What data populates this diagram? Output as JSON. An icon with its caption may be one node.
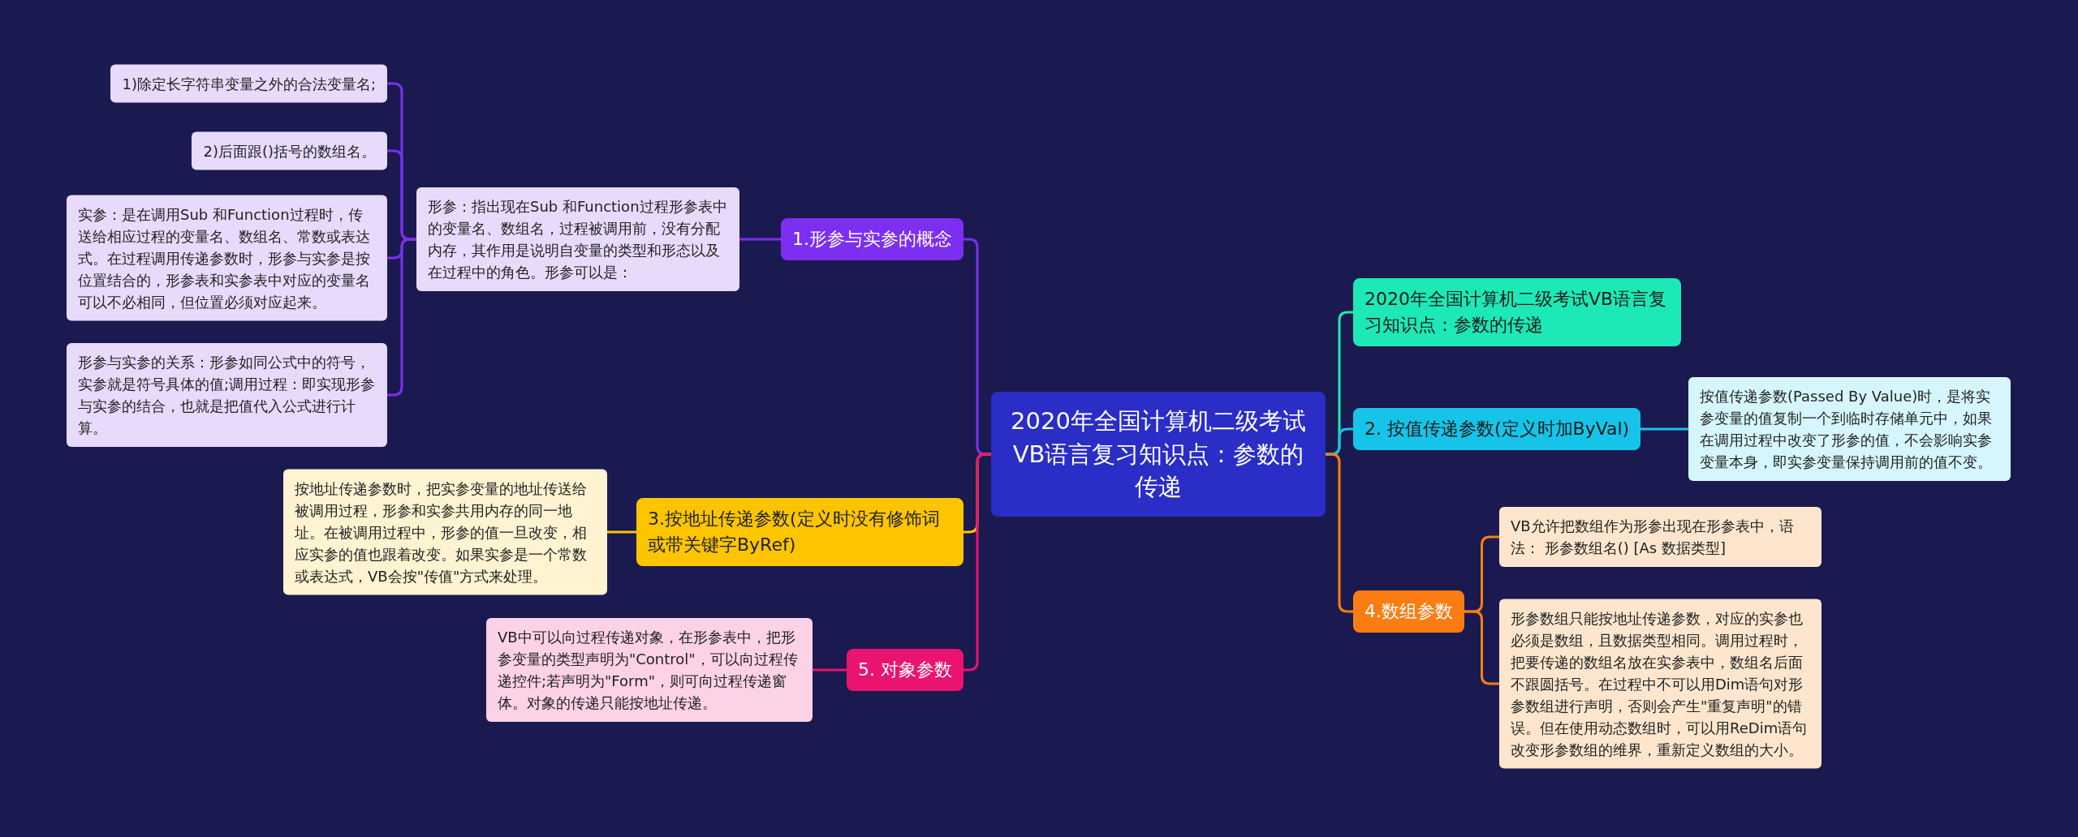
{
  "diagram": {
    "nodes": [
      {
        "text": [
          "2020年全国计算机二级考试VB语言复习知识点：参数的传递"
        ]
      },
      {
        "text": [
          "1.形参与实参的概念"
        ]
      },
      {
        "text": [
          "形参：指出现在Sub 和Function过程形参表中的变量名、数组名，过程被调用前，没有分配内存，其作用是说明自变量的类型和形态以及在过程中的角色。形参可以是："
        ]
      },
      {
        "text": [
          "1)除定长字符串变量之外的合法变量名;"
        ]
      },
      {
        "text": [
          "2)后面跟()括号的数组名。"
        ]
      },
      {
        "text": [
          "实参：是在调用Sub 和Function过程时，传送给相应过程的变量名、数组名、常数或表达式。在过程调用传递参数时，形参与实参是按位置结合的，形参表和实参表中对应的变量名可以不必相同，但位置必须对应起来。"
        ]
      },
      {
        "text": [
          "形参与实参的关系：形参如同公式中的符号，实参就是符号具体的值;调用过程：即实现形参与实参的结合，也就是把值代入公式进行计算。"
        ]
      },
      {
        "text": [
          "3.按地址传递参数(定义时没有修饰词或带关键字ByRef)"
        ]
      },
      {
        "text": [
          "按地址传递参数时，把实参变量的地址传送给被调用过程，形参和实参共用内存的同一地址。在被调用过程中，形参的值一旦改变，相应实参的值也跟着改变。如果实参是一个常数或表达式，VB会按\"传值\"方式来处理。"
        ]
      },
      {
        "text": [
          "5. 对象参数"
        ]
      },
      {
        "text": [
          "VB中可以向过程传递对象，在形参表中，把形参变量的类型声明为\"Control\"，可以向过程传递控件;若声明为\"Form\"，则可向过程传递窗体。对象的传递只能按地址传递。"
        ]
      },
      {
        "text": [
          "2020年全国计算机二级考试VB语言复习知识点：参数的传递"
        ]
      },
      {
        "text": [
          "2. 按值传递参数(定义时加ByVal)"
        ]
      },
      {
        "text": [
          "按值传递参数(Passed By Value)时，是将实参变量的值复制一个到临时存储单元中，如果在调用过程中改变了形参的值，不会影响实参变量本身，即实参变量保持调用前的值不变。"
        ]
      },
      {
        "text": [
          "4.数组参数"
        ]
      },
      {
        "text": [
          "VB允许把数组作为形参出现在形参表中，语法： 形参数组名() [As 数据类型]"
        ]
      },
      {
        "text": [
          "形参数组只能按地址传递参数，对应的实参也必须是数组，且数据类型相同。调用过程时，把要传递的数组名放在实参表中，数组名后面不跟圆括号。在过程中不可以用Dim语句对形参数组进行声明，否则会产生\"重复声明\"的错误。但在使用动态数组时，可以用ReDim语句改变形参数组的维界，重新定义数组的大小。"
        ]
      }
    ],
    "edges": [
      {
        "from": 0,
        "to": 1,
        "arrow": "none"
      },
      {
        "from": 1,
        "to": 2,
        "arrow": "none"
      },
      {
        "from": 2,
        "to": 3,
        "arrow": "none"
      },
      {
        "from": 2,
        "to": 4,
        "arrow": "none"
      },
      {
        "from": 2,
        "to": 5,
        "arrow": "none"
      },
      {
        "from": 2,
        "to": 6,
        "arrow": "none"
      },
      {
        "from": 0,
        "to": 7,
        "arrow": "none",
        "color": "#fdc500"
      },
      {
        "from": 7,
        "to": 8,
        "arrow": "none",
        "color": "#fdc500"
      },
      {
        "from": 0,
        "to": 9,
        "arrow": "none",
        "color": "#ea1370"
      },
      {
        "from": 9,
        "to": 10,
        "arrow": "none",
        "color": "#ea1370"
      },
      {
        "from": 0,
        "to": 11,
        "arrow": "none",
        "color": "#1de9b6"
      },
      {
        "from": 0,
        "to": 12,
        "arrow": "none",
        "color": "#16c4e9"
      },
      {
        "from": 12,
        "to": 13,
        "arrow": "none",
        "color": "#16c4e9"
      },
      {
        "from": 0,
        "to": 14,
        "arrow": "none",
        "color": "#fb7d12"
      },
      {
        "from": 14,
        "to": 15,
        "arrow": "none",
        "color": "#fb7d12"
      },
      {
        "from": 14,
        "to": 16,
        "arrow": "none",
        "color": "#fb7d12"
      }
    ]
  }
}
